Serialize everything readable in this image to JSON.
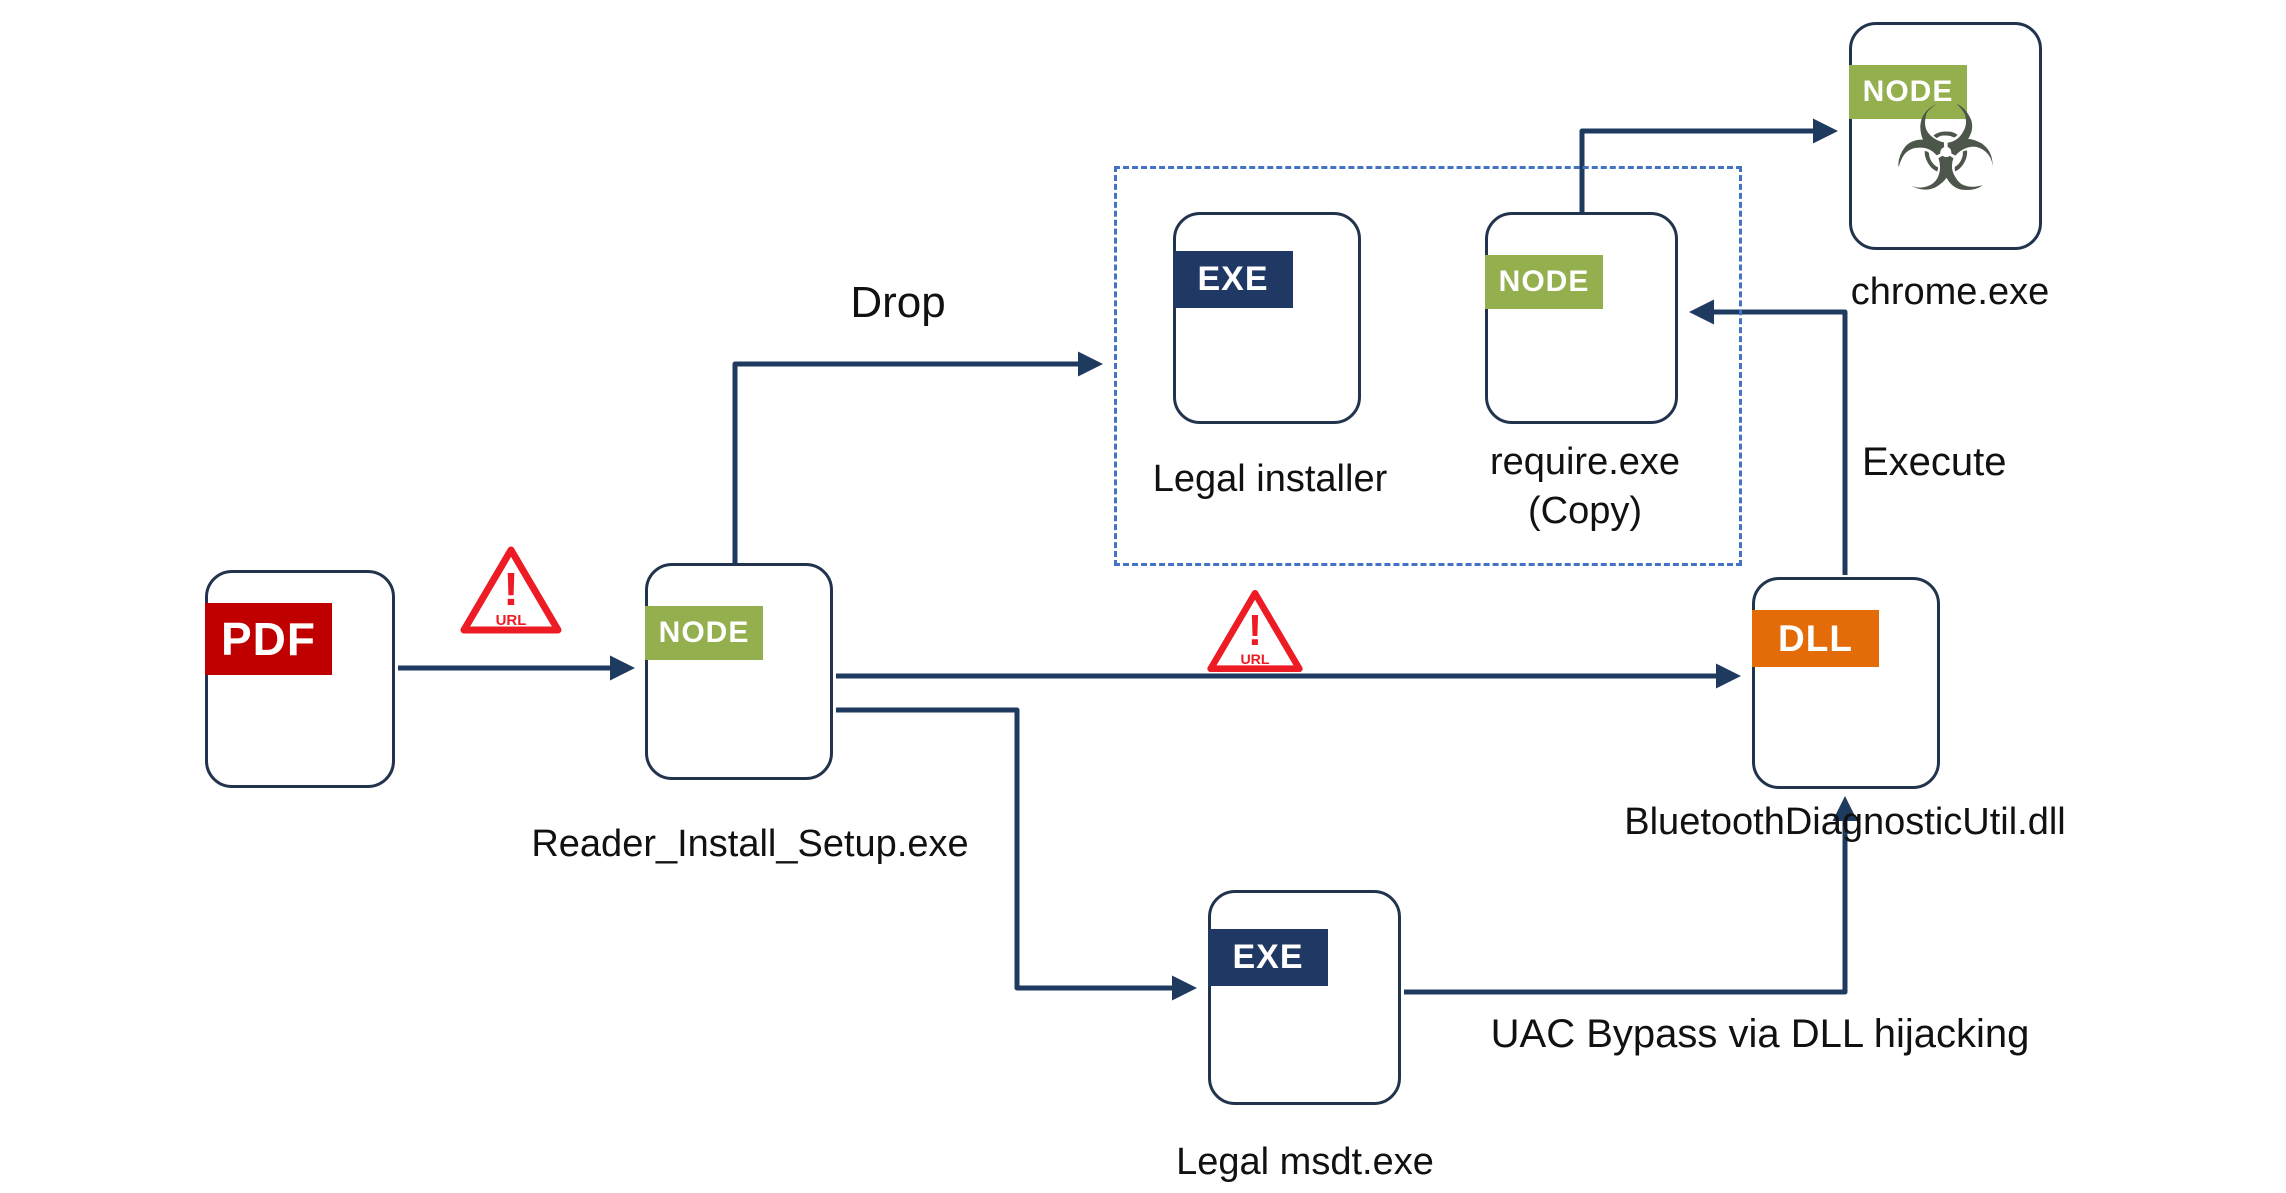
{
  "diagram": {
    "background": "#ffffff",
    "colors": {
      "connector": "#1f3a5f",
      "box_border": "#21334d",
      "pdf_badge": "#c00000",
      "node_badge": "#94b04e",
      "exe_badge": "#1f3864",
      "dll_badge": "#e36c09",
      "dashed_region": "#4472c4",
      "warning": "#ed1c24",
      "biohazard": "#4d564a"
    },
    "nodes": {
      "pdf": {
        "badge": "PDF"
      },
      "reader": {
        "badge": "NODE",
        "label": "Reader_Install_Setup.exe"
      },
      "legal_installer": {
        "badge": "EXE",
        "label": "Legal installer"
      },
      "require_copy": {
        "badge": "NODE",
        "label_line1": "require.exe",
        "label_line2": "(Copy)"
      },
      "chrome": {
        "badge": "NODE",
        "label": "chrome.exe",
        "icon_glyph": "☣"
      },
      "dll": {
        "badge": "DLL",
        "label": "BluetoothDiagnosticUtil.dll"
      },
      "msdt": {
        "badge": "EXE",
        "label": "Legal msdt.exe"
      }
    },
    "edge_labels": {
      "drop": "Drop",
      "execute": "Execute",
      "uac_bypass": "UAC Bypass via DLL hijacking"
    },
    "warning_sign": {
      "exclamation": "!",
      "caption": "URL"
    }
  }
}
